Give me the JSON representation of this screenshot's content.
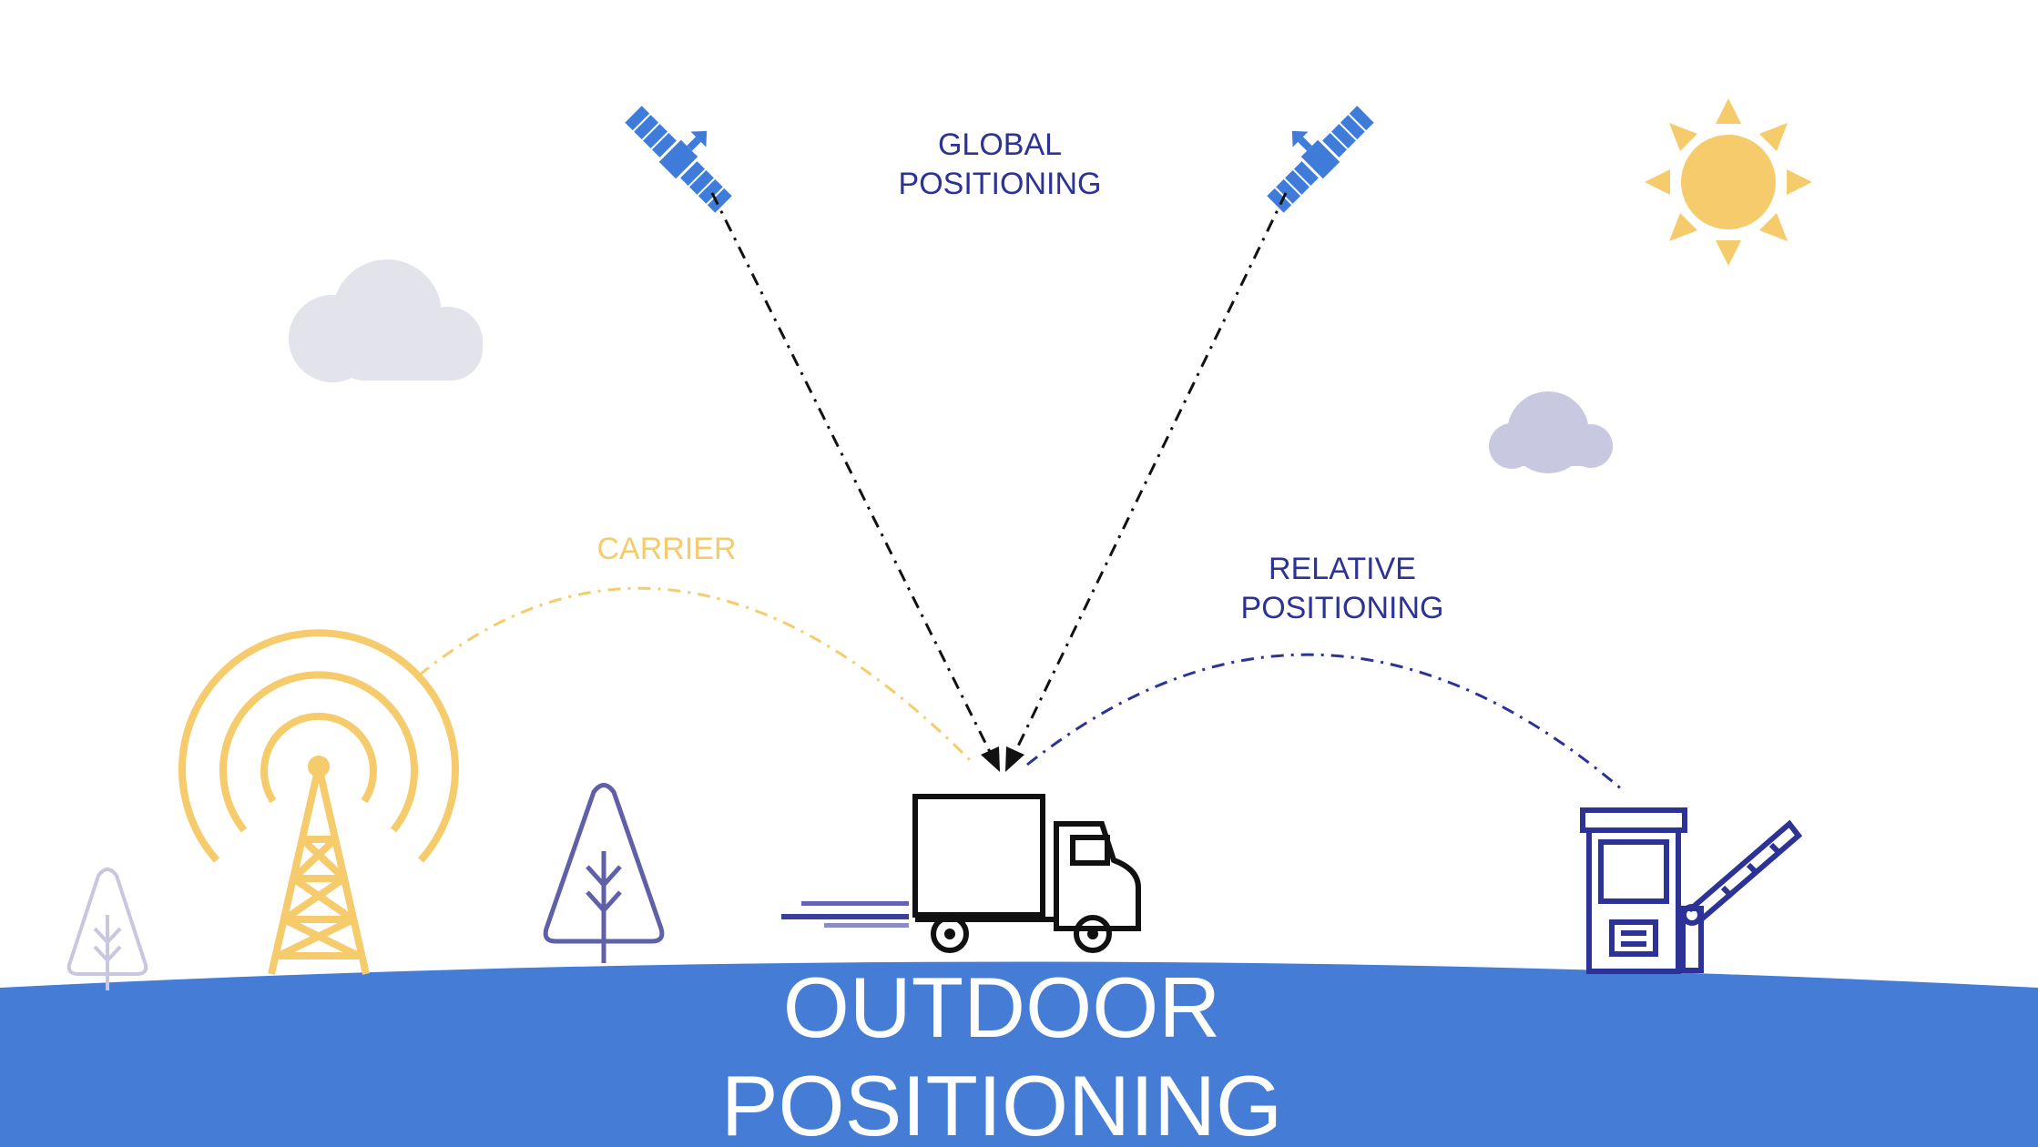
{
  "labels": {
    "global_positioning": "GLOBAL\nPOSITIONING",
    "carrier": "CARRIER",
    "relative_positioning": "RELATIVE\nPOSITIONING"
  },
  "title": {
    "line1": "OUTDOOR",
    "line2": "POSITIONING"
  },
  "icons": [
    "satellite-icon",
    "satellite-icon",
    "sun-icon",
    "cloud-icon",
    "cloud-icon",
    "cell-tower-icon",
    "tree-icon",
    "tree-icon",
    "delivery-truck-icon",
    "toll-booth-icon"
  ],
  "colors": {
    "ground": "#447CD6",
    "navy_text": "#2C3296",
    "carrier": "#F5CB6B",
    "satellite": "#3F7BD9",
    "sun": "#F5CB6B",
    "cloud": "#E3E3EC",
    "cloud_small": "#C8C8E0"
  }
}
